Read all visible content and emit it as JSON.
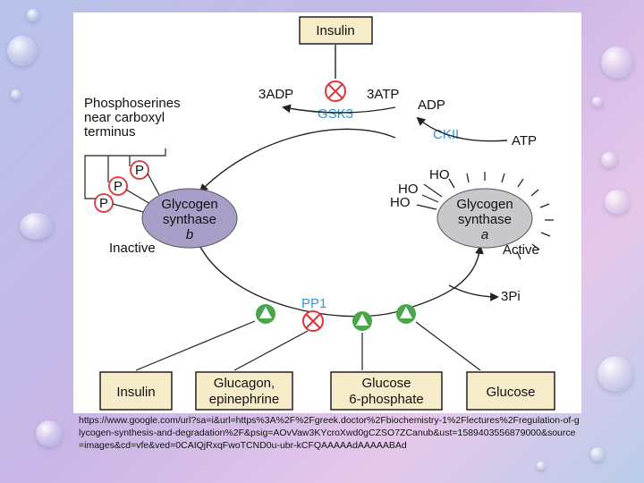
{
  "diagram": {
    "top_box": "Insulin",
    "top_left_reaction": "3ADP",
    "top_right_reaction": "3ATP",
    "gsk3": "GSK3",
    "adp": "ADP",
    "ckii": "CKII",
    "atp": "ATP",
    "phospho_label": [
      "Phosphoserines",
      "near carboxyl",
      "terminus"
    ],
    "p_letter": "P",
    "left_node": [
      "Glycogen",
      "synthase",
      "b"
    ],
    "right_node": [
      "Glycogen",
      "synthase",
      "a"
    ],
    "inactive": "Inactive",
    "active": "Active",
    "ho": "HO",
    "pp1": "PP1",
    "pi": "3Pi",
    "bottom_boxes": [
      [
        "Insulin"
      ],
      [
        "Glucagon,",
        "epinephrine"
      ],
      [
        "Glucose",
        "6-phosphate"
      ],
      [
        "Glucose"
      ]
    ]
  },
  "caption": "https://www.google.com/url?sa=i&url=https%3A%2F%2Fgreek.doctor%2Fbiochemistry-1%2Flectures%2Fregulation-of-glycogen-synthesis-and-degradation%2F&psig=AOvVaw3KYcroXwd0gCZSO7ZCanub&ust=1589403556879000&source=images&cd=vfe&ved=0CAIQjRxqFwoTCND0u-ubr-kCFQAAAAAdAAAAABAd"
}
